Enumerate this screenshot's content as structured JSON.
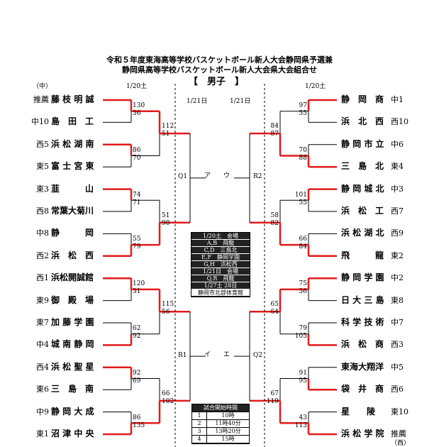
{
  "header": {
    "title1": "令和５年度東海高等学校バスケットボール新人大会静岡県予選兼",
    "title2": "静岡県高等学校バスケットボール新人大会県大会組合せ",
    "category": "【　男子　】",
    "left_date": "1/20土",
    "right_date": "1/20土",
    "mid_left_date": "1/21日",
    "mid_right_date": "1/21日",
    "left_region": "（中）",
    "right_region": "（西）"
  },
  "left_teams": [
    {
      "seed": "推薦",
      "name": "藤 枝 明 誠"
    },
    {
      "seed": "中10",
      "name": "島　田　工"
    },
    {
      "seed": "西5",
      "name": "浜 松 湖 南"
    },
    {
      "seed": "東5",
      "name": "富 士 宮 東"
    },
    {
      "seed": "東3",
      "name": "韮　　　山"
    },
    {
      "seed": "西8",
      "name": "常葉大菊川"
    },
    {
      "seed": "中8",
      "name": "静　　　岡"
    },
    {
      "seed": "西2",
      "name": "浜　松　西"
    },
    {
      "seed": "西1",
      "name": "浜松開誠館"
    },
    {
      "seed": "東9",
      "name": "御　殿　場"
    },
    {
      "seed": "東7",
      "name": "加 藤 学 園"
    },
    {
      "seed": "中4",
      "name": "城 南 静 岡"
    },
    {
      "seed": "西4",
      "name": "浜 松 聖 星"
    },
    {
      "seed": "東6",
      "name": "三　島　南"
    },
    {
      "seed": "中9",
      "name": "静 岡 大 成"
    },
    {
      "seed": "東1",
      "name": "沼 津 中 央"
    }
  ],
  "right_teams": [
    {
      "seed": "中1",
      "name": "静　岡　商"
    },
    {
      "seed": "西10",
      "name": "浜　北　西"
    },
    {
      "seed": "中6",
      "name": "静 岡 市 立"
    },
    {
      "seed": "東4",
      "name": "三　島　北"
    },
    {
      "seed": "中3",
      "name": "静 岡 城 北"
    },
    {
      "seed": "西7",
      "name": "浜　松　工"
    },
    {
      "seed": "西9",
      "name": "浜 松 湖 北"
    },
    {
      "seed": "東2",
      "name": "飛　　　龍"
    },
    {
      "seed": "中2",
      "name": "静 岡 学 園"
    },
    {
      "seed": "東8",
      "name": "日 大 三 島"
    },
    {
      "seed": "中7",
      "name": "科 学 技 術"
    },
    {
      "seed": "西3",
      "name": "浜　松　商"
    },
    {
      "seed": "中5",
      "name": "東海大翔洋"
    },
    {
      "seed": "西6",
      "name": "袋　井　商"
    },
    {
      "seed": "東10",
      "name": "星　　陵"
    },
    {
      "seed": "推薦",
      "name": "浜 松 学 院"
    }
  ],
  "left_r1_scores": [
    [
      "130",
      "36"
    ],
    [
      "86",
      "70"
    ],
    [
      "74",
      "71"
    ],
    [
      "55",
      "79"
    ],
    [
      "120",
      "31"
    ],
    [
      "62",
      "92"
    ],
    [
      "92",
      "69"
    ],
    [
      "86",
      "135"
    ]
  ],
  "left_r2_scores": [
    [
      "112",
      "51"
    ],
    [
      "51",
      "90"
    ],
    [
      "115",
      "56"
    ],
    [
      "66",
      "102"
    ]
  ],
  "right_r1_scores": [
    [
      "97",
      "55"
    ],
    [
      "70",
      "88"
    ],
    [
      "101",
      "55"
    ],
    [
      "66",
      "84"
    ],
    [
      "75",
      "36"
    ],
    [
      "79",
      "105"
    ],
    [
      "91",
      "95"
    ],
    [
      "43",
      "113"
    ]
  ],
  "right_r2_scores": [
    [
      "84",
      "87"
    ],
    [
      "58",
      "82"
    ],
    [
      "65",
      "64"
    ],
    [
      "67",
      "119"
    ]
  ],
  "round_labels": {
    "q1": "Q1",
    "r2": "R2",
    "r1": "R1",
    "q2": "Q2",
    "top": "ア　　ウ",
    "bottom": "イ　　エ"
  },
  "venues": {
    "rows": [
      "1/20土　会場",
      "A,B　飛龍",
      "C,D　三島北",
      "E,F　静岡学園",
      "G,H　浜松西",
      "1/21日　会場",
      "Q,R　飛龍",
      "1/27土 28日",
      "静岡市北部体育館"
    ]
  },
  "schedule": {
    "header": "試合開始時間",
    "rows": [
      {
        "n": "1",
        "time": "10時"
      },
      {
        "n": "2",
        "time": "11時40分"
      },
      {
        "n": "3",
        "time": "13時20分"
      },
      {
        "n": "4",
        "time": "15時"
      }
    ]
  },
  "colors": {
    "win_line": "#e21b1b",
    "lose_line": "#000000"
  }
}
